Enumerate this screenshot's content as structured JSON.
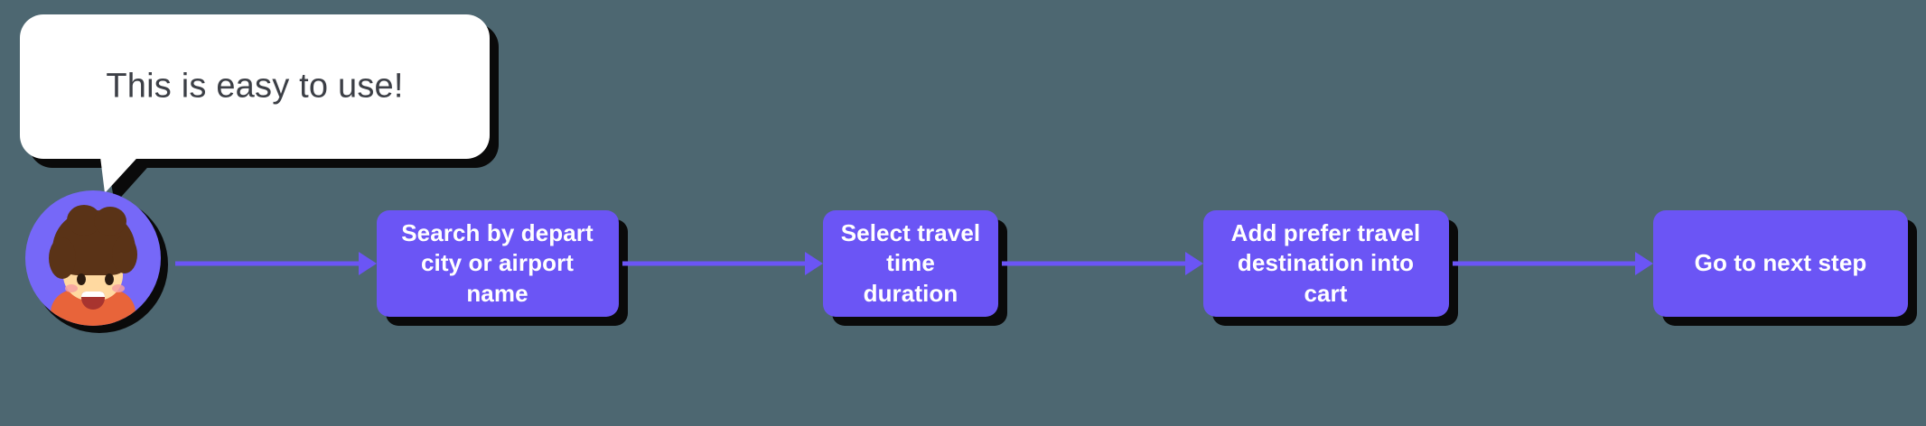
{
  "theme": {
    "background": "#4d6771",
    "accent_purple": "#6b55f5",
    "shadow": "#0a0a0a",
    "bubble_background": "#ffffff",
    "bubble_text_color": "#3c3f46",
    "step_text_color": "#ffffff",
    "avatar_disc_color": "#7668f8",
    "avatar_hair_color": "#5a3317",
    "avatar_skin_color": "#ffd9a0",
    "avatar_shirt_color": "#e8643a"
  },
  "speech_bubble": {
    "text": "This is easy to use!"
  },
  "avatar": {
    "label": "user-avatar",
    "description": "smiling person with curly brown hair"
  },
  "flow": {
    "steps": [
      {
        "id": "search-depart",
        "line1": "Search by depart",
        "line2": "city or airport name"
      },
      {
        "id": "select-duration",
        "line1": "Select travel",
        "line2": "time duration"
      },
      {
        "id": "add-destination",
        "line1": "Add prefer travel",
        "line2": "destination into cart"
      },
      {
        "id": "next-step",
        "line1": "Go to next step",
        "line2": ""
      }
    ],
    "arrows": [
      {
        "id": "arrow-avatar-to-step1",
        "direction": "right"
      },
      {
        "id": "arrow-step1-to-step2",
        "direction": "right"
      },
      {
        "id": "arrow-step2-to-step3",
        "direction": "right"
      },
      {
        "id": "arrow-step3-to-step4",
        "direction": "right"
      }
    ]
  }
}
